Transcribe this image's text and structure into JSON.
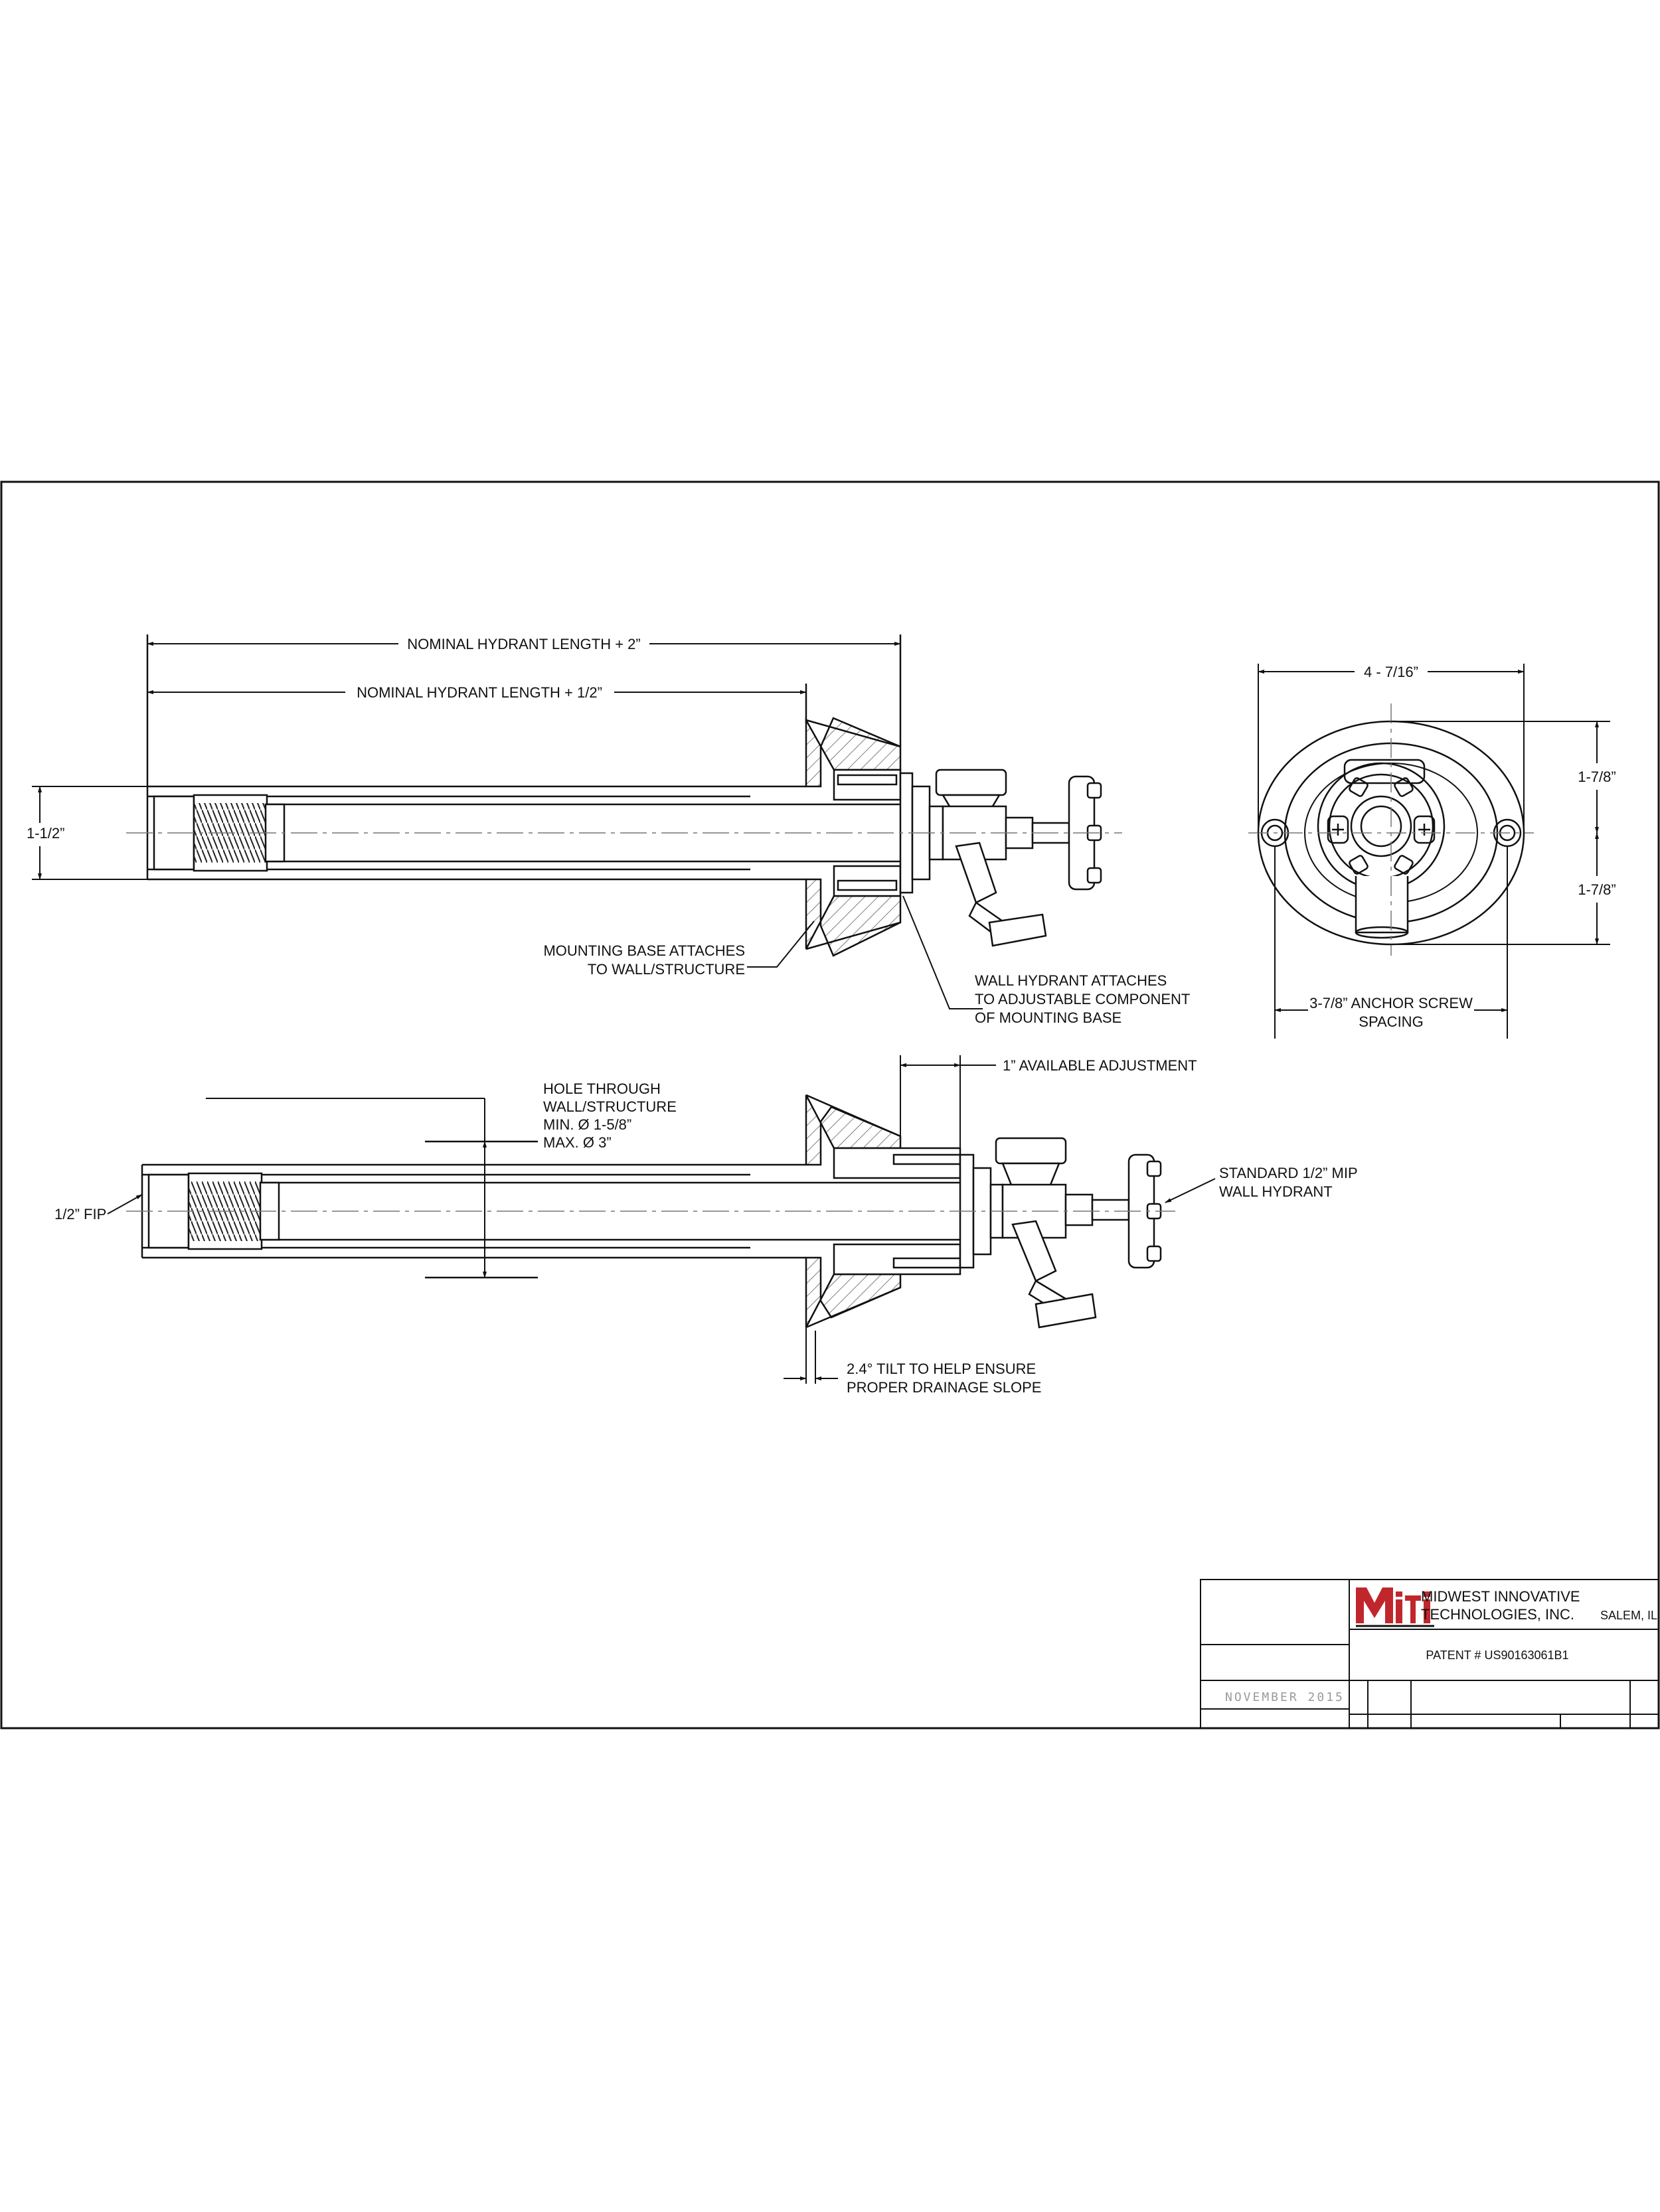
{
  "labels": {
    "nominal_plus_2": "NOMINAL HYDRANT LENGTH + 2”",
    "nominal_plus_half": "NOMINAL HYDRANT LENGTH + 1/2”",
    "dia_1_half": "1-1/2”",
    "mounting_base_1": "MOUNTING BASE ATTACHES",
    "mounting_base_2": "TO WALL/STRUCTURE",
    "wall_hydrant_1": "WALL HYDRANT ATTACHES",
    "wall_hydrant_2": "TO ADJUSTABLE COMPONENT",
    "wall_hydrant_3": "OF MOUNTING BASE",
    "width_4_7_16": "4 - 7/16”",
    "upper_1_7_8": "1-7/8”",
    "lower_1_7_8": "1-7/8”",
    "anchor_1": "3-7/8” ANCHOR SCREW",
    "anchor_2": "SPACING",
    "available_adjustment": "1” AVAILABLE ADJUSTMENT",
    "hole_1": "HOLE THROUGH",
    "hole_2": "WALL/STRUCTURE",
    "hole_3": "MIN. Ø 1-5/8”",
    "hole_4": "MAX. Ø 3”",
    "fip": "1/2” FIP",
    "mip_1": "STANDARD 1/2” MIP",
    "mip_2": "WALL HYDRANT",
    "tilt_1": "2.4° TILT TO HELP ENSURE",
    "tilt_2": "PROPER DRAINAGE SLOPE"
  },
  "title_block": {
    "logo_mark": "MITI",
    "company_line_1": "MIDWEST INNOVATIVE",
    "company_line_2": "TECHNOLOGIES, INC.",
    "location": "SALEM, IL",
    "patent": "PATENT # US90163061B1",
    "date": "NOVEMBER 2015"
  },
  "colors": {
    "line": "#111111",
    "logo_red": "#c0272d",
    "hatch": "#555555",
    "center_line": "#777777"
  }
}
